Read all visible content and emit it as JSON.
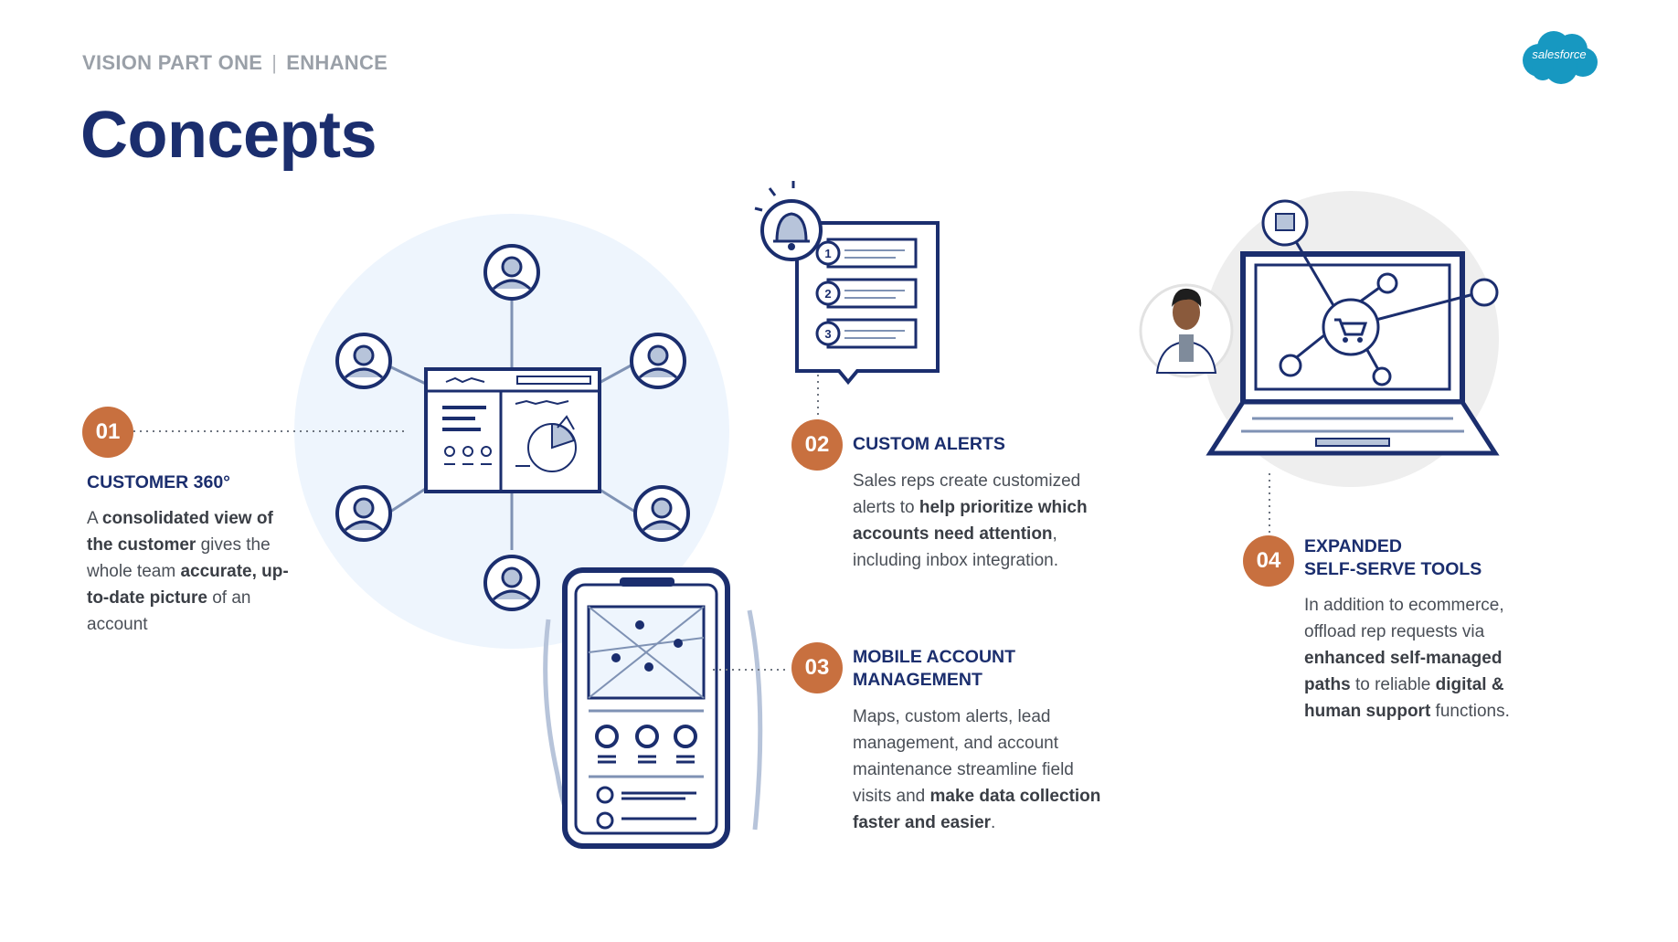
{
  "header": {
    "eyebrow_left": "VISION PART ONE",
    "eyebrow_sep": "|",
    "eyebrow_right": "ENHANCE",
    "title": "Concepts"
  },
  "brand": {
    "logo_text": "salesforce",
    "logo_color": "#1798c1"
  },
  "colors": {
    "navy": "#1b2e6e",
    "orange": "#c8703f",
    "grey_text": "#4a4f57",
    "light_blue": "#eef5fd",
    "light_grey": "#eeeeee"
  },
  "concepts": [
    {
      "number": "01",
      "title": "CUSTOMER 360°",
      "body": [
        {
          "t": "A ",
          "b": false
        },
        {
          "t": "consolidated view of the customer",
          "b": true
        },
        {
          "t": " gives the whole team ",
          "b": false
        },
        {
          "t": "accurate, up-to-date picture",
          "b": true
        },
        {
          "t": " of an account",
          "b": false
        }
      ],
      "icon": "network-dashboard-icon"
    },
    {
      "number": "02",
      "title": "CUSTOM ALERTS",
      "body": [
        {
          "t": "Sales reps create customized alerts to ",
          "b": false
        },
        {
          "t": "help prioritize which accounts need attention",
          "b": true
        },
        {
          "t": ", including inbox integration.",
          "b": false
        }
      ],
      "icon": "bell-alerts-icon"
    },
    {
      "number": "03",
      "title_line1": "MOBILE ACCOUNT",
      "title_line2": "MANAGEMENT",
      "body": [
        {
          "t": "Maps, custom alerts, lead management, and account maintenance streamline field visits and ",
          "b": false
        },
        {
          "t": "make data collection faster and easier",
          "b": true
        },
        {
          "t": ".",
          "b": false
        }
      ],
      "icon": "mobile-phone-map-icon"
    },
    {
      "number": "04",
      "title_line1": "EXPANDED",
      "title_line2": "SELF-SERVE TOOLS",
      "body": [
        {
          "t": "In addition to ecommerce, offload rep requests via ",
          "b": false
        },
        {
          "t": "enhanced self-managed paths",
          "b": true
        },
        {
          "t": " to reliable ",
          "b": false
        },
        {
          "t": "digital & human support",
          "b": true
        },
        {
          "t": " functions.",
          "b": false
        }
      ],
      "icon": "laptop-cart-icon"
    }
  ]
}
